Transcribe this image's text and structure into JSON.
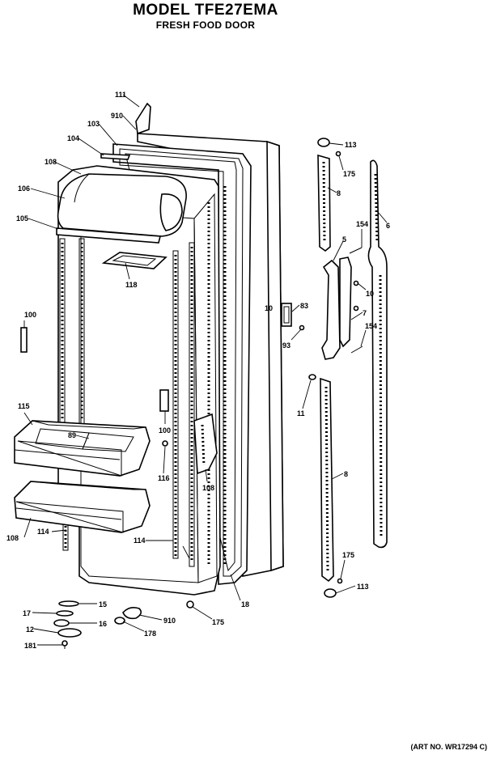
{
  "header": {
    "model": "MODEL TFE27EMA",
    "section": "FRESH FOOD DOOR"
  },
  "footer": {
    "art_number": "(ART NO. WR17294 C)"
  },
  "callouts": {
    "c111": "111",
    "c910": "910",
    "c103": "103",
    "c104": "104",
    "c108a": "108",
    "c106": "106",
    "c105": "105",
    "c118": "118",
    "c100a": "100",
    "c115": "115",
    "c89": "89",
    "c108b": "108",
    "c114a": "114",
    "c100b": "100",
    "c116": "116",
    "c108c": "108",
    "c114b": "114",
    "c10": "10",
    "c18a": "18",
    "c15": "15",
    "c17": "17",
    "c16": "16",
    "c12": "12",
    "c181": "181",
    "c910b": "910",
    "c178": "178",
    "c175a": "175",
    "c113a": "113",
    "c175b": "175",
    "c8a": "8",
    "c6": "6",
    "c154a": "154",
    "c5": "5",
    "c10b": "10",
    "c83a": "83",
    "c93": "93",
    "c7": "7",
    "c154b": "154",
    "c11": "11",
    "c8b": "8",
    "c175c": "175",
    "c113b": "113"
  }
}
